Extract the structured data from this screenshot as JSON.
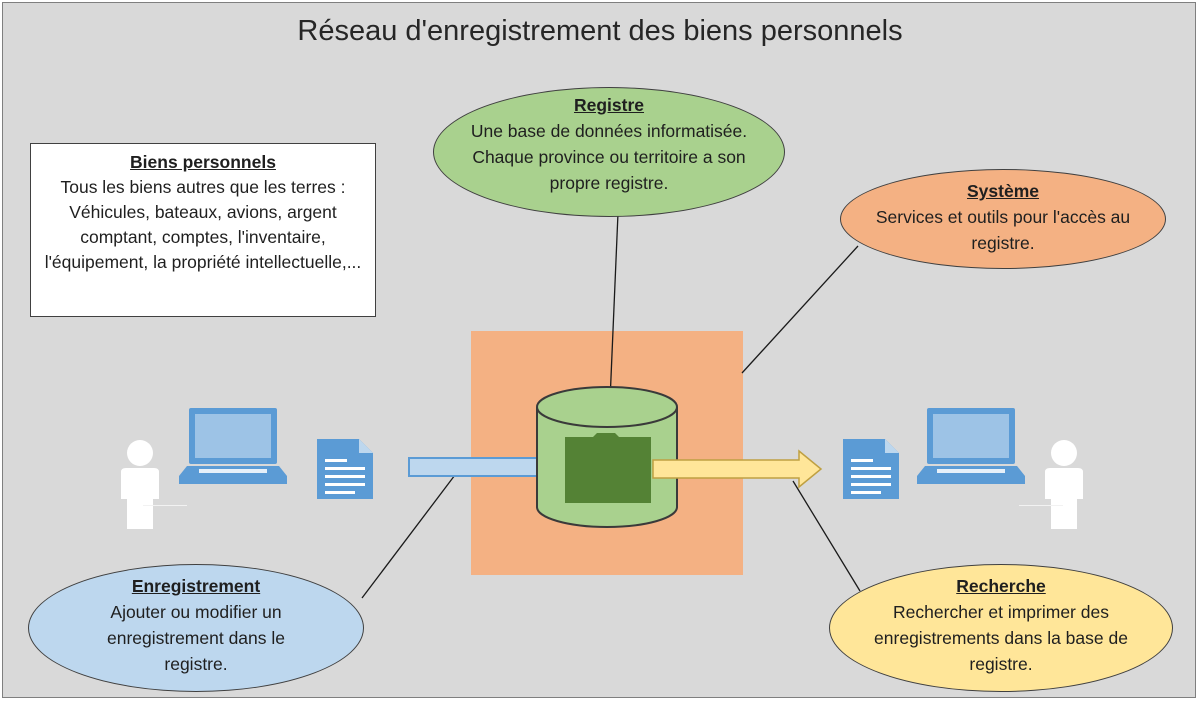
{
  "title": "Réseau d'enregistrement des biens personnels",
  "biens": {
    "heading": "Biens personnels",
    "text": "Tous les biens autres que les terres : Véhicules, bateaux, avions, argent comptant, comptes, l'inventaire, l'équipement, la propriété intellectuelle,..."
  },
  "registre": {
    "heading": "Registre",
    "text": "Une base de données informatisée. Chaque province ou territoire a son propre registre."
  },
  "systeme": {
    "heading": "Système",
    "text": "Services et outils pour l'accès au registre."
  },
  "enregistrement": {
    "heading": "Enregistrement",
    "text": "Ajouter ou modifier un enregistrement dans le registre."
  },
  "recherche": {
    "heading": "Recherche",
    "text": "Rechercher et imprimer des enregistrements dans la base de registre."
  },
  "icons": {
    "left_user": "person-icon",
    "left_laptop": "laptop-icon",
    "left_document": "document-icon",
    "database": "database-cylinder-icon",
    "folder": "folder-icon",
    "right_document": "document-icon",
    "right_laptop": "laptop-icon",
    "right_user": "person-icon",
    "arrow_in": "arrow-right-icon",
    "arrow_out": "arrow-right-icon"
  },
  "colors": {
    "background": "#d9d9d9",
    "central_box": "#f4b183",
    "registre": "#a9d18e",
    "systeme": "#f4b183",
    "enregistrement": "#bdd7ee",
    "recherche": "#ffe699",
    "icon_blue": "#5b9bd5",
    "database_green": "#a9d18e",
    "folder_green": "#548235"
  }
}
